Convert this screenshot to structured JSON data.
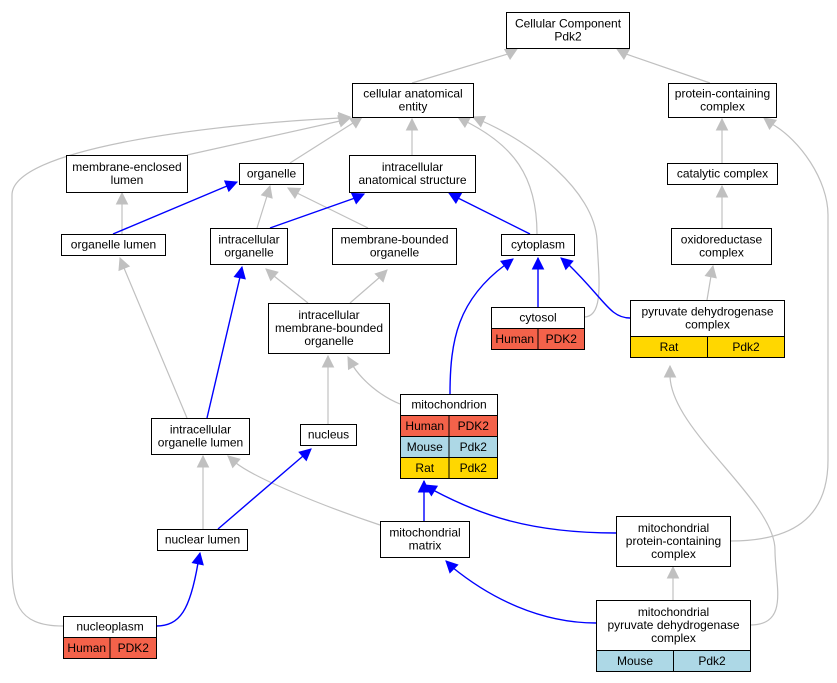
{
  "colors": {
    "gray_edge": "#c0c0c0",
    "blue_edge": "#0000ff",
    "human": "#f4624a",
    "mouse": "#add8e6",
    "rat": "#ffd700"
  },
  "nodes": {
    "root": {
      "lines": [
        "Cellular Component",
        "Pdk2"
      ]
    },
    "cae": {
      "lines": [
        "cellular anatomical",
        "entity"
      ]
    },
    "pcc": {
      "lines": [
        "protein-containing",
        "complex"
      ]
    },
    "mel": {
      "lines": [
        "membrane-enclosed",
        "lumen"
      ]
    },
    "org": {
      "lines": [
        "organelle"
      ]
    },
    "ias": {
      "lines": [
        "intracellular",
        "anatomical structure"
      ]
    },
    "cat": {
      "lines": [
        "catalytic complex"
      ]
    },
    "orgl": {
      "lines": [
        "organelle lumen"
      ]
    },
    "io": {
      "lines": [
        "intracellular",
        "organelle"
      ]
    },
    "mbo": {
      "lines": [
        "membrane-bounded",
        "organelle"
      ]
    },
    "cyto": {
      "lines": [
        "cytoplasm"
      ]
    },
    "oxc": {
      "lines": [
        "oxidoreductase",
        "complex"
      ]
    },
    "cytosol": {
      "lines": [
        "cytosol"
      ],
      "annot": [
        {
          "species": "Human",
          "gene": "PDK2"
        }
      ]
    },
    "pdc": {
      "lines": [
        "pyruvate dehydrogenase",
        "complex"
      ],
      "annot": [
        {
          "species": "Rat",
          "gene": "Pdk2"
        }
      ]
    },
    "imbo": {
      "lines": [
        "intracellular",
        "membrane-bounded",
        "organelle"
      ]
    },
    "mito": {
      "lines": [
        "mitochondrion"
      ],
      "annot": [
        {
          "species": "Human",
          "gene": "PDK2"
        },
        {
          "species": "Mouse",
          "gene": "Pdk2"
        },
        {
          "species": "Rat",
          "gene": "Pdk2"
        }
      ]
    },
    "iol": {
      "lines": [
        "intracellular",
        "organelle lumen"
      ]
    },
    "nuc": {
      "lines": [
        "nucleus"
      ]
    },
    "nl": {
      "lines": [
        "nuclear lumen"
      ]
    },
    "mm": {
      "lines": [
        "mitochondrial",
        "matrix"
      ]
    },
    "mpcc": {
      "lines": [
        "mitochondrial",
        "protein-containing",
        "complex"
      ]
    },
    "np": {
      "lines": [
        "nucleoplasm"
      ],
      "annot": [
        {
          "species": "Human",
          "gene": "PDK2"
        }
      ]
    },
    "mpdc": {
      "lines": [
        "mitochondrial",
        "pyruvate dehydrogenase",
        "complex"
      ],
      "annot": [
        {
          "species": "Mouse",
          "gene": "Pdk2"
        }
      ]
    }
  },
  "edges": [
    {
      "from": "cae",
      "to": "root",
      "kind": "gray"
    },
    {
      "from": "pcc",
      "to": "root",
      "kind": "gray"
    },
    {
      "from": "mel",
      "to": "cae",
      "kind": "gray"
    },
    {
      "from": "org",
      "to": "cae",
      "kind": "gray"
    },
    {
      "from": "ias",
      "to": "cae",
      "kind": "gray"
    },
    {
      "from": "cyto",
      "to": "cae",
      "kind": "gray"
    },
    {
      "from": "cytosol",
      "to": "cae",
      "kind": "gray"
    },
    {
      "from": "np",
      "to": "cae",
      "kind": "gray"
    },
    {
      "from": "cat",
      "to": "pcc",
      "kind": "gray"
    },
    {
      "from": "mpcc",
      "to": "pcc",
      "kind": "gray"
    },
    {
      "from": "orgl",
      "to": "mel",
      "kind": "gray"
    },
    {
      "from": "orgl",
      "to": "org",
      "kind": "blue"
    },
    {
      "from": "io",
      "to": "org",
      "kind": "gray"
    },
    {
      "from": "mbo",
      "to": "org",
      "kind": "gray"
    },
    {
      "from": "io",
      "to": "ias",
      "kind": "blue"
    },
    {
      "from": "cyto",
      "to": "ias",
      "kind": "blue"
    },
    {
      "from": "oxc",
      "to": "cat",
      "kind": "gray"
    },
    {
      "from": "iol",
      "to": "orgl",
      "kind": "gray"
    },
    {
      "from": "imbo",
      "to": "io",
      "kind": "gray"
    },
    {
      "from": "iol",
      "to": "io",
      "kind": "blue"
    },
    {
      "from": "imbo",
      "to": "mbo",
      "kind": "gray"
    },
    {
      "from": "cytosol",
      "to": "cyto",
      "kind": "blue"
    },
    {
      "from": "mito",
      "to": "cyto",
      "kind": "blue"
    },
    {
      "from": "pdc",
      "to": "cyto",
      "kind": "blue"
    },
    {
      "from": "pdc",
      "to": "oxc",
      "kind": "gray"
    },
    {
      "from": "mpdc",
      "to": "pdc",
      "kind": "gray"
    },
    {
      "from": "mito",
      "to": "imbo",
      "kind": "gray"
    },
    {
      "from": "nuc",
      "to": "imbo",
      "kind": "gray"
    },
    {
      "from": "nl",
      "to": "iol",
      "kind": "gray"
    },
    {
      "from": "mm",
      "to": "iol",
      "kind": "gray"
    },
    {
      "from": "nl",
      "to": "nuc",
      "kind": "blue"
    },
    {
      "from": "np",
      "to": "nl",
      "kind": "blue"
    },
    {
      "from": "mm",
      "to": "mito",
      "kind": "blue"
    },
    {
      "from": "mpcc",
      "to": "mito",
      "kind": "blue"
    },
    {
      "from": "mpdc",
      "to": "mm",
      "kind": "blue"
    },
    {
      "from": "mpdc",
      "to": "mpcc",
      "kind": "gray"
    }
  ]
}
